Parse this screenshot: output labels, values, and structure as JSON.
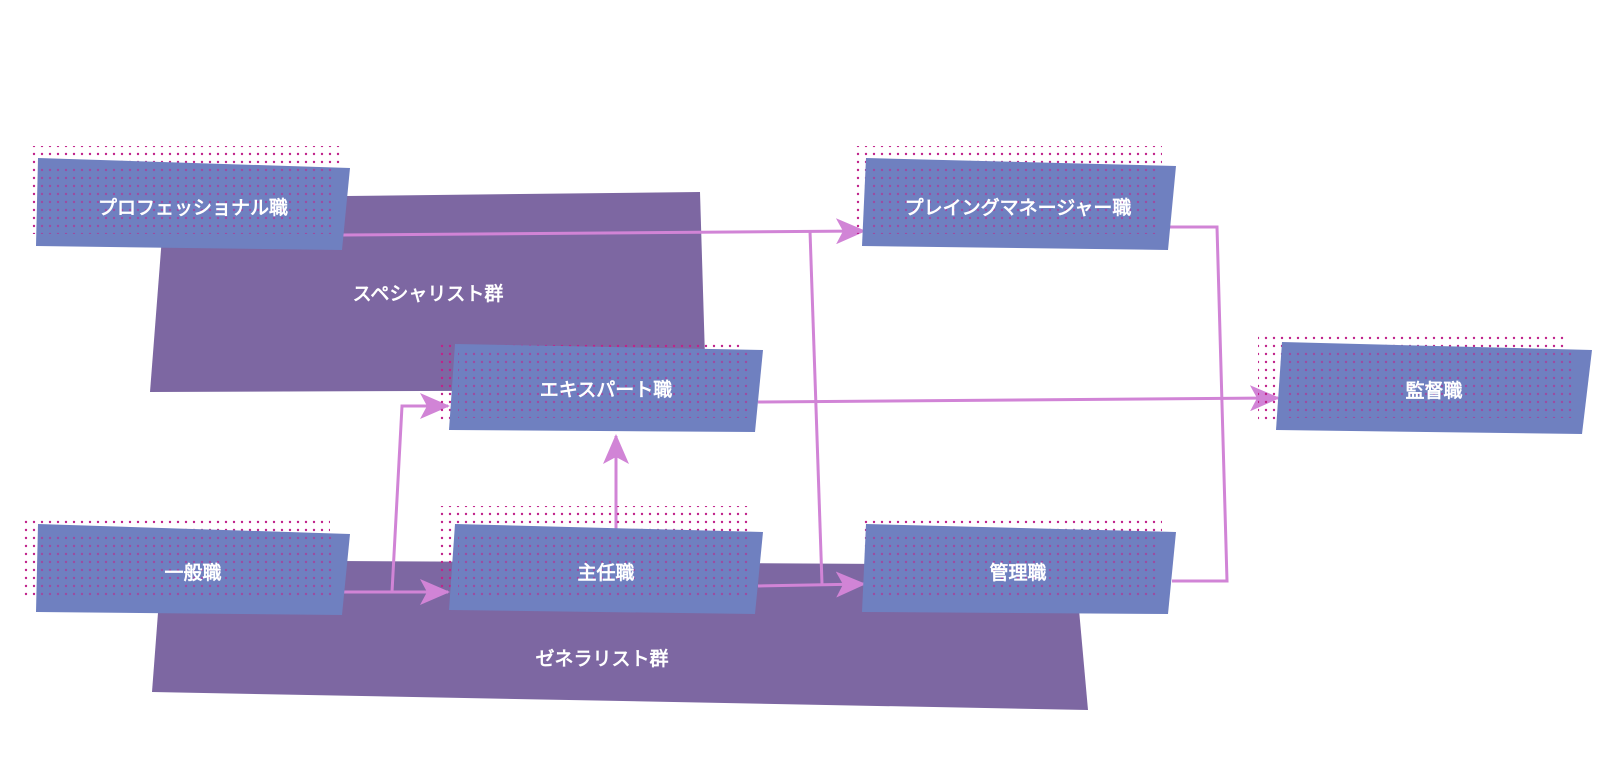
{
  "colors": {
    "group_bg": "#7d67a2",
    "role_box": "#6f80c0",
    "dot_pattern": "#c0228a",
    "arrow": "#d184d6",
    "label_text": "#ffffff"
  },
  "groups": {
    "specialist": {
      "label": "スペシャリスト群"
    },
    "generalist": {
      "label": "ゼネラリスト群"
    }
  },
  "roles": {
    "professional": {
      "label": "プロフェッショナル職"
    },
    "expert": {
      "label": "エキスパート職"
    },
    "general": {
      "label": "一般職"
    },
    "chief": {
      "label": "主任職"
    },
    "playing_manager": {
      "label": "プレイングマネージャー職"
    },
    "manager": {
      "label": "管理職"
    },
    "supervisor": {
      "label": "監督職"
    }
  },
  "connections": [
    {
      "from": "general",
      "to": "chief"
    },
    {
      "from": "general",
      "to": "expert"
    },
    {
      "from": "chief",
      "to": "expert"
    },
    {
      "from": "chief",
      "to": "manager"
    },
    {
      "from": "professional",
      "to": "playing_manager"
    },
    {
      "from": "professional",
      "to": "manager"
    },
    {
      "from": "expert",
      "to": "supervisor"
    },
    {
      "from": "playing_manager",
      "to": "supervisor"
    },
    {
      "from": "manager",
      "to": "supervisor"
    }
  ]
}
